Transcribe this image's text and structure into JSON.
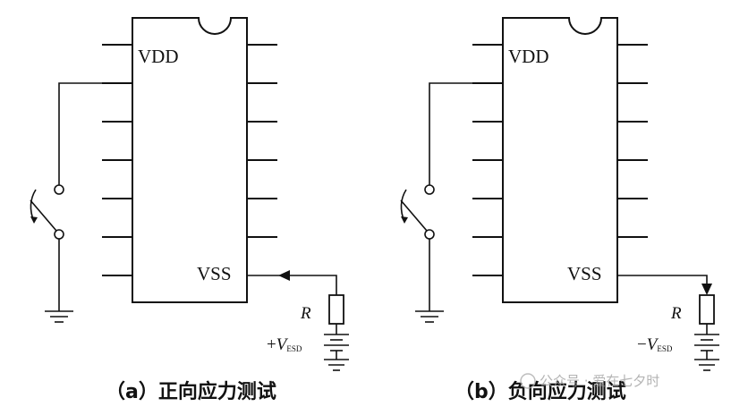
{
  "panels": [
    {
      "vdd": "VDD",
      "vss": "VSS",
      "r": "R",
      "sign": "+",
      "v": "V",
      "v_sub": "ESD",
      "caption": "（a）正向应力测试"
    },
    {
      "vdd": "VDD",
      "vss": "VSS",
      "r": "R",
      "sign": "−",
      "v": "V",
      "v_sub": "ESD",
      "caption": "（b）负向应力测试"
    }
  ],
  "watermark": "公众号 · 爱在七夕时"
}
